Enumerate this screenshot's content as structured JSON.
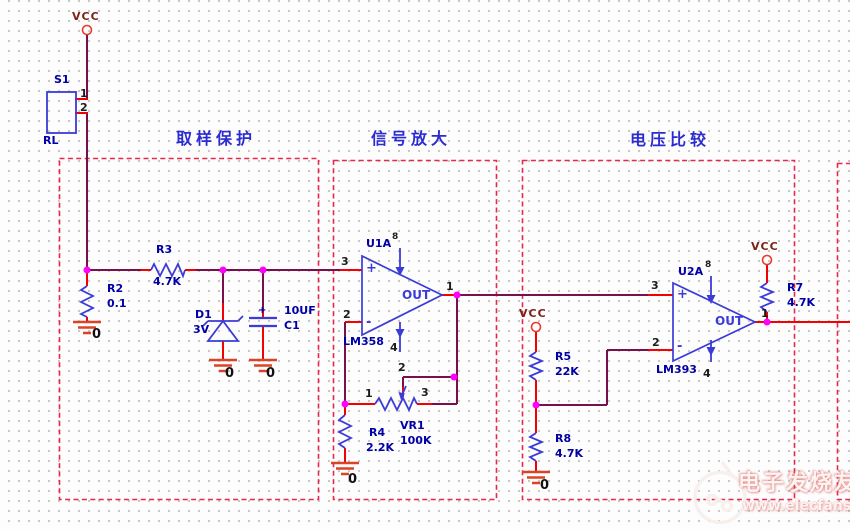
{
  "sections": [
    {
      "label": "取样保护"
    },
    {
      "label": "信号放大"
    },
    {
      "label": "电压比较"
    }
  ],
  "power": {
    "vcc1": "VCC",
    "vcc2": "VCC",
    "vcc3": "VCC",
    "gnd1": "0",
    "gnd2": "0",
    "gnd3": "0",
    "gnd4": "0",
    "gnd5": "0"
  },
  "components": {
    "s1": {
      "ref": "S1",
      "val": "RL",
      "p1": "1",
      "p2": "2"
    },
    "r3": {
      "ref": "R3",
      "val": "4.7K"
    },
    "r2": {
      "ref": "R2",
      "val": "0.1"
    },
    "d1": {
      "ref": "D1",
      "val": "3V"
    },
    "c1": {
      "ref": "C1",
      "val": "10UF",
      "plus": "+"
    },
    "u1": {
      "ref": "U1A",
      "pwr": "8",
      "part": "LM358",
      "out": "OUT",
      "plus": "+",
      "minus": "-",
      "p1": "1",
      "p2": "2",
      "p3": "3",
      "p4": "4"
    },
    "vr1": {
      "ref": "VR1",
      "val": "100K",
      "p1": "1",
      "p2": "2",
      "p3": "3"
    },
    "r4": {
      "ref": "R4",
      "val": "2.2K"
    },
    "r5": {
      "ref": "R5",
      "val": "22K"
    },
    "r8": {
      "ref": "R8",
      "val": "4.7K"
    },
    "u2": {
      "ref": "U2A",
      "pwr": "8",
      "part": "LM393",
      "out": "OUT",
      "plus": "+",
      "minus": "-",
      "p1": "1",
      "p2": "2",
      "p3": "3",
      "p4": "4"
    },
    "r7": {
      "ref": "R7",
      "val": "4.7K"
    }
  },
  "watermark": {
    "brand": "电子发烧友",
    "url": "www.elecfans.com"
  },
  "colors": {
    "wire": "#7a0f4d",
    "pin_lead": "#f40000",
    "junction": "#ff00ff",
    "component": "#3b3bd8",
    "section_box": "#e9274b",
    "ground": "#db4326",
    "designator_text": "#0000a6",
    "section_title_text": "#2b2bd0",
    "vcc_text": "#7a2418"
  }
}
